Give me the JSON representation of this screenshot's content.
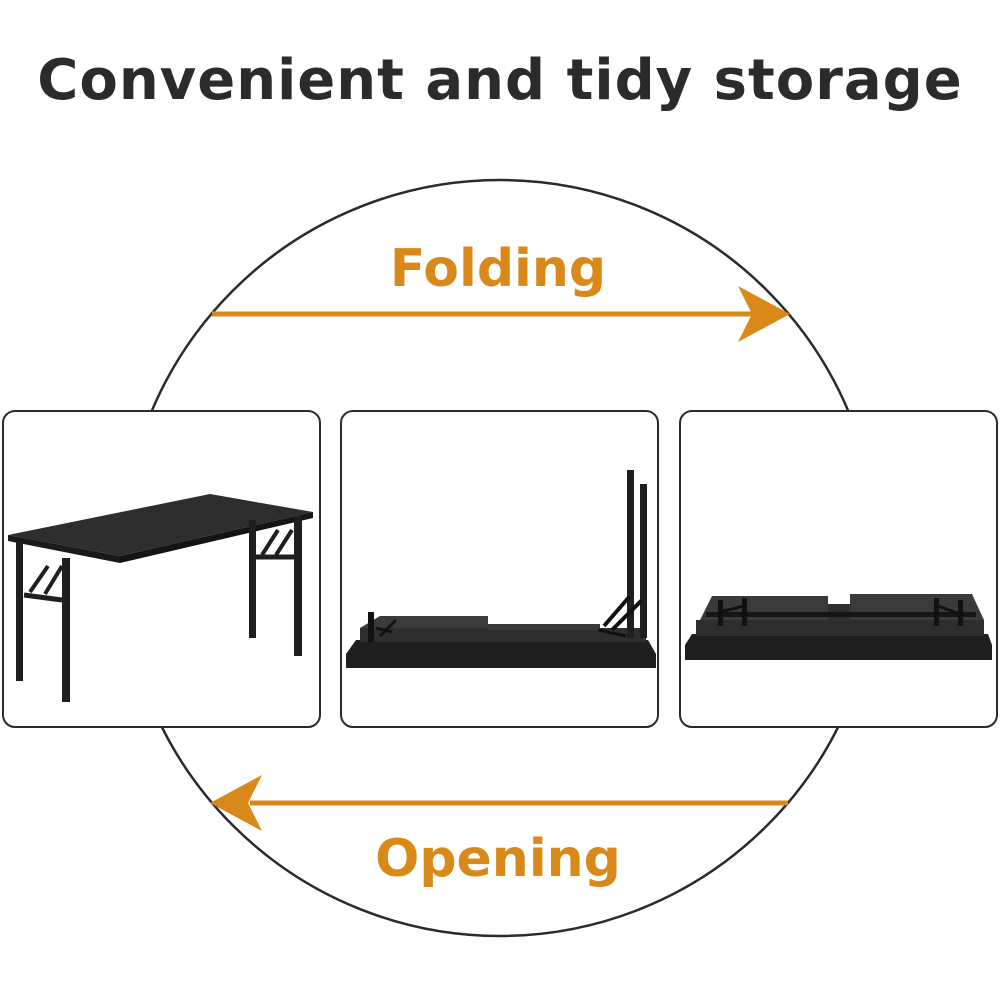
{
  "title": "Convenient and tidy storage",
  "arrows": {
    "top_label": "Folding",
    "bottom_label": "Opening",
    "color": "#d9881a"
  },
  "colors": {
    "circle": "#2b2b2b",
    "panel_border": "#2b2b2b",
    "table_dark": "#1f1f1f",
    "table_mid": "#2e2e2e",
    "table_light": "#444444"
  },
  "panels": [
    {
      "state": "unfolded table",
      "icon": "open-table-icon"
    },
    {
      "state": "table with legs folding",
      "icon": "folding-table-icon"
    },
    {
      "state": "fully folded table",
      "icon": "folded-table-icon"
    }
  ]
}
